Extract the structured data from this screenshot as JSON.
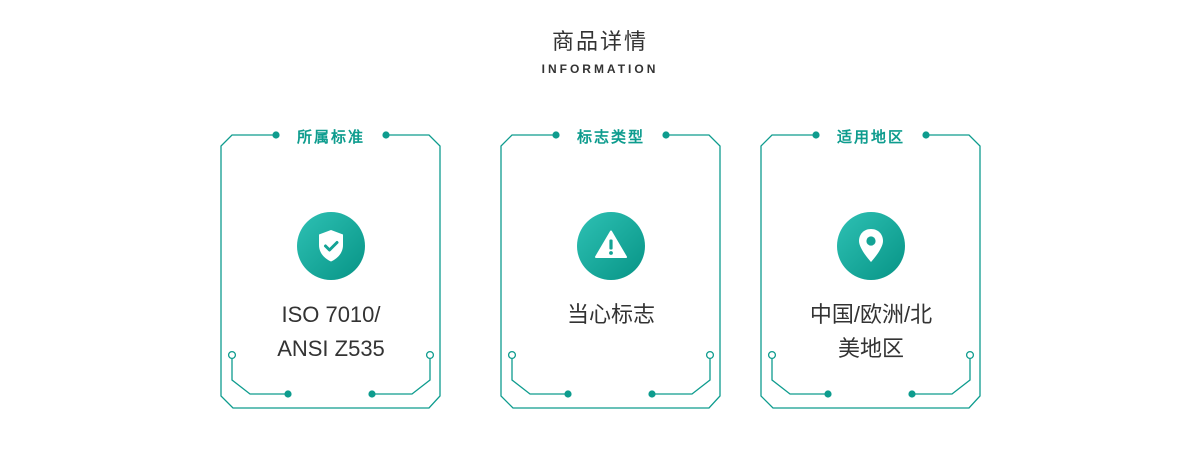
{
  "header": {
    "title": "商品详情",
    "subtitle": "INFORMATION"
  },
  "cards": [
    {
      "label": "所属标准",
      "icon": "shield-check-icon",
      "lines": [
        "ISO 7010/",
        "ANSI Z535"
      ]
    },
    {
      "label": "标志类型",
      "icon": "warning-triangle-icon",
      "lines": [
        "当心标志"
      ]
    },
    {
      "label": "适用地区",
      "icon": "map-pin-icon",
      "lines": [
        "中国/欧洲/北",
        "美地区"
      ]
    }
  ],
  "colors": {
    "accent": "#0e9c8e",
    "text": "#333333"
  }
}
